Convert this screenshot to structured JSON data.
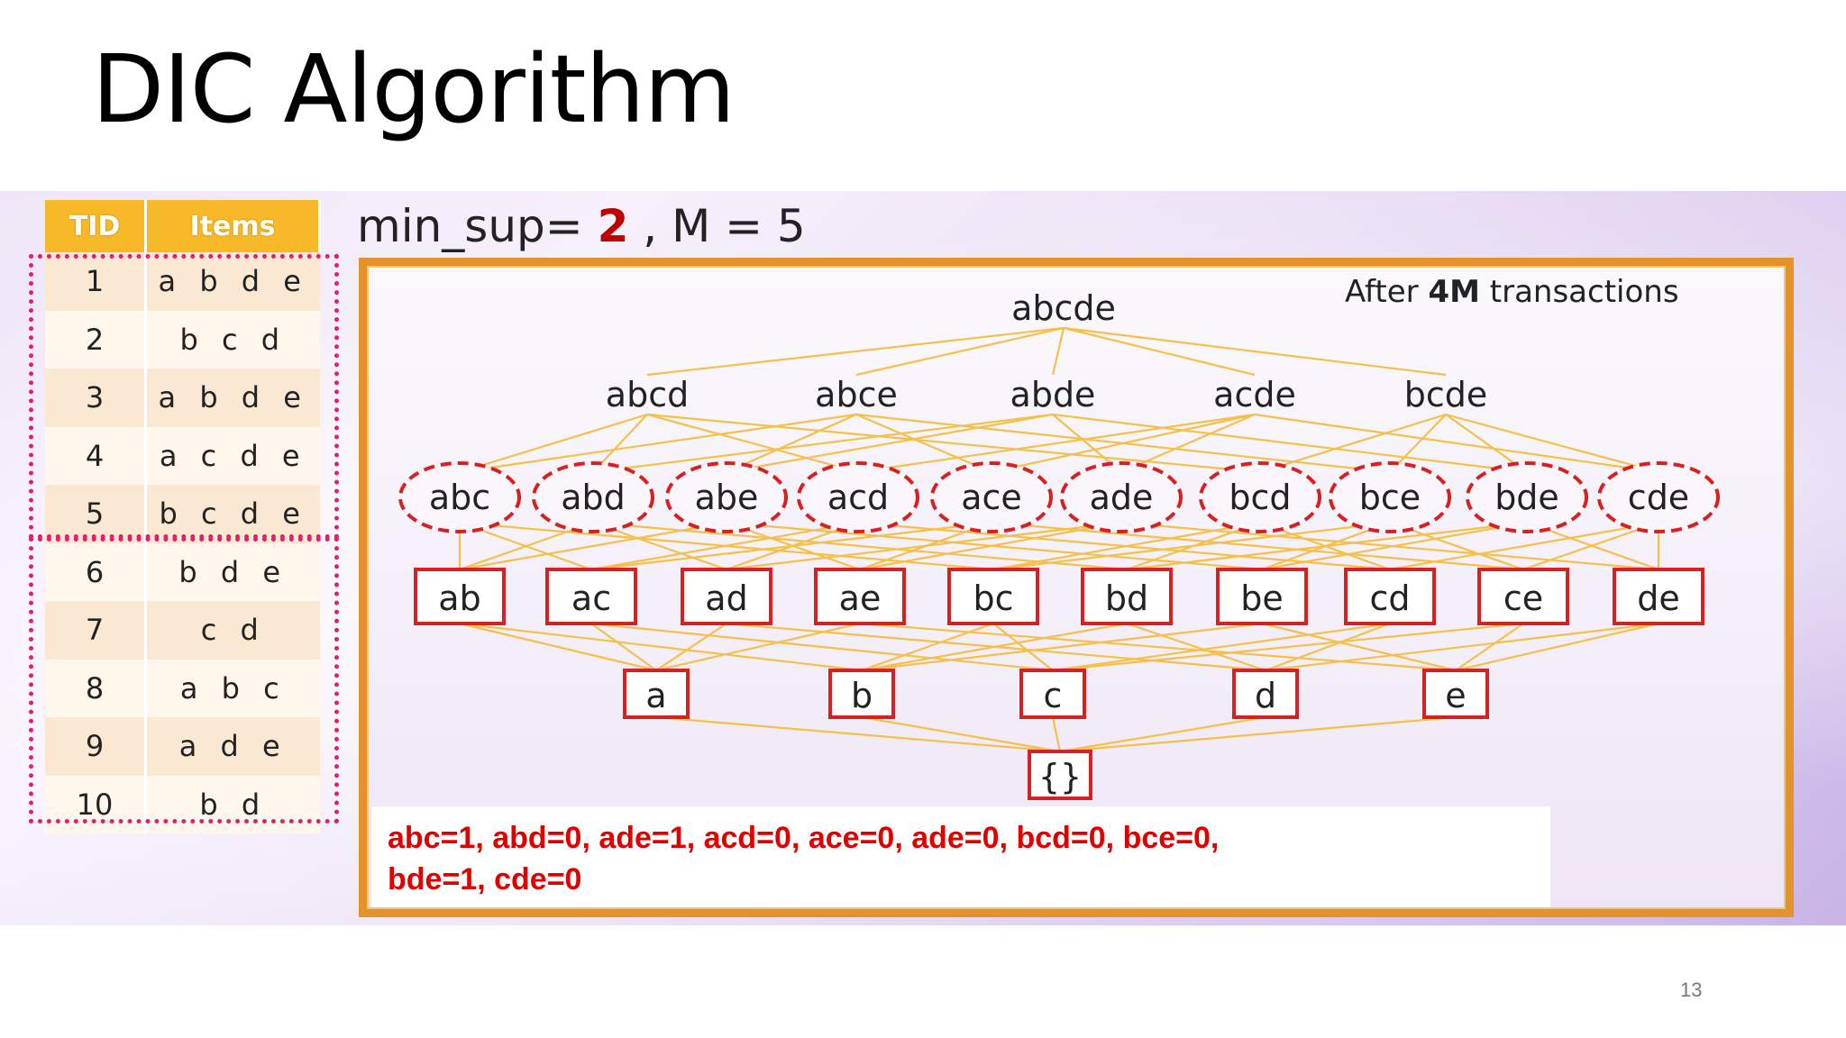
{
  "slide": {
    "title": "DIC Algorithm",
    "page_number": "13"
  },
  "table": {
    "headers": [
      "TID",
      "Items"
    ],
    "rows": [
      [
        "1",
        "a b d e"
      ],
      [
        "2",
        "b c d"
      ],
      [
        "3",
        "a b d e"
      ],
      [
        "4",
        "a c d e"
      ],
      [
        "5",
        "b c d e"
      ],
      [
        "6",
        "b d e"
      ],
      [
        "7",
        "c d"
      ],
      [
        "8",
        "a b c"
      ],
      [
        "9",
        "a d e"
      ],
      [
        "10",
        "b d"
      ]
    ]
  },
  "params": {
    "prefix": "min_sup=",
    "min_sup": "2",
    "suffix": ", M = 5"
  },
  "note": {
    "prefix": "After ",
    "bold": "4M",
    "suffix": " transactions"
  },
  "lattice": {
    "level5": [
      "abcde"
    ],
    "level4": [
      "abcd",
      "abce",
      "abde",
      "acde",
      "bcde"
    ],
    "level3": [
      "abc",
      "abd",
      "abe",
      "acd",
      "ace",
      "ade",
      "bcd",
      "bce",
      "bde",
      "cde"
    ],
    "level2": [
      "ab",
      "ac",
      "ad",
      "ae",
      "bc",
      "bd",
      "be",
      "cd",
      "ce",
      "de"
    ],
    "level1": [
      "a",
      "b",
      "c",
      "d",
      "e"
    ],
    "level0": [
      "{}"
    ],
    "colors": {
      "edge": "#f5c04a",
      "box": "#d92020",
      "dashed_circle": "#d92020"
    }
  },
  "counts": {
    "line1": "abc=1, abd=0, ade=1, acd=0, ace=0, ade=0, bcd=0, bce=0,",
    "line2": "bde=1, cde=0"
  }
}
